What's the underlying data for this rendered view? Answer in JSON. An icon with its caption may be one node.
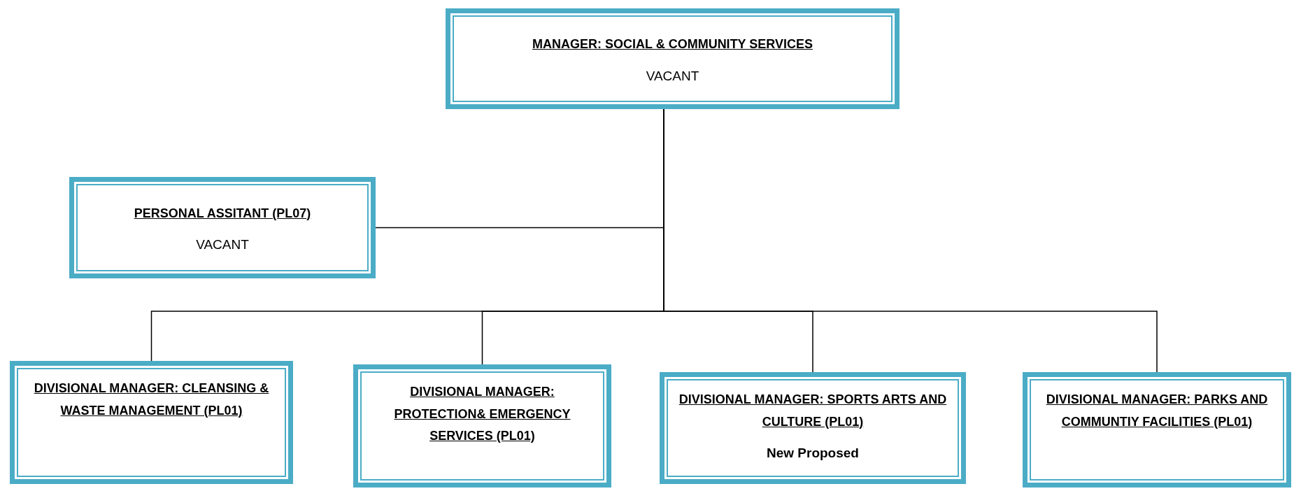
{
  "diagram": {
    "nodes": [
      {
        "text": [
          "MANAGER: SOCIAL & COMMUNITY SERVICES",
          "VACANT"
        ]
      },
      {
        "text": [
          "PERSONAL ASSITANT (PL07)",
          "VACANT"
        ]
      },
      {
        "text": [
          "DIVISIONAL MANAGER: CLEANSING & WASTE MANAGEMENT (PL01)"
        ]
      },
      {
        "text": [
          "DIVISIONAL MANAGER: PROTECTION& EMERGENCY SERVICES (PL01)"
        ]
      },
      {
        "text": [
          "DIVISIONAL MANAGER: SPORTS ARTS AND CULTURE (PL01)",
          "New Proposed"
        ]
      },
      {
        "text": [
          "DIVISIONAL MANAGER: PARKS AND COMMUNTIY FACILITIES (PL01)"
        ]
      }
    ],
    "edges": [
      {
        "from": 0,
        "to": 1,
        "arrow": "none"
      },
      {
        "from": 0,
        "to": 2,
        "arrow": "none"
      },
      {
        "from": 0,
        "to": 3,
        "arrow": "none"
      },
      {
        "from": 0,
        "to": 4,
        "arrow": "none"
      },
      {
        "from": 0,
        "to": 5,
        "arrow": "none"
      }
    ]
  }
}
